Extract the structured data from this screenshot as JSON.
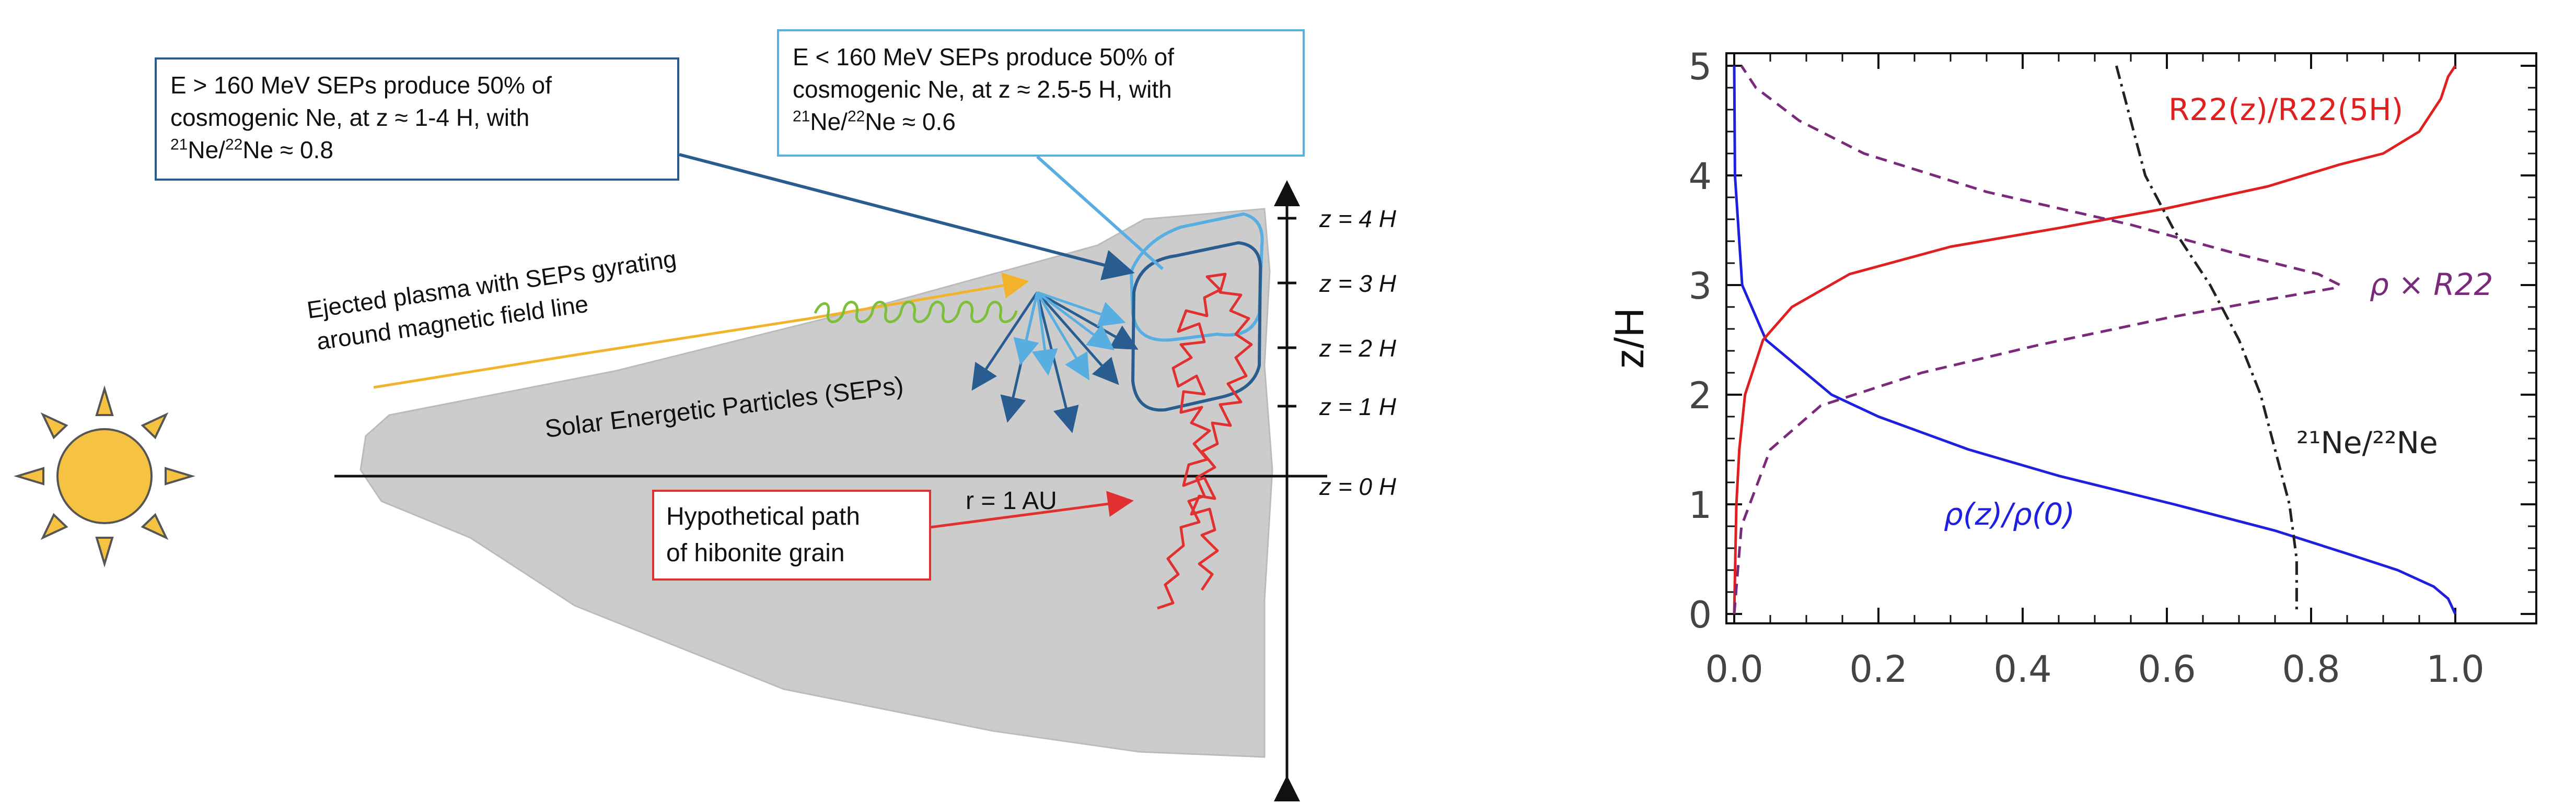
{
  "diagram": {
    "callout_high": {
      "line1": "E > 160 MeV SEPs produce 50% of",
      "line2": "cosmogenic Ne, at z ≈ 1-4 H, with",
      "iso_a": "21",
      "ne_a": "Ne/",
      "iso_b": "22",
      "ne_b": "Ne ≈ 0.8"
    },
    "callout_low": {
      "line1": "E < 160 MeV SEPs produce 50% of",
      "line2": "cosmogenic Ne, at z ≈ 2.5-5 H, with",
      "iso_a": "21",
      "ne_a": "Ne/",
      "iso_b": "22",
      "ne_b": "Ne ≈ 0.6"
    },
    "plasma_label": [
      "Ejected plasma with SEPs gyrating",
      "around magnetic field line"
    ],
    "sep_label": "Solar Energetic Particles (SEPs)",
    "grain_label": [
      "Hypothetical path",
      "of hibonite grain"
    ],
    "radius_label": "r = 1 AU",
    "height_labels": [
      "z = 4 H",
      "z = 3 H",
      "z = 2 H",
      "z = 1 H",
      "z = 0 H"
    ],
    "colors": {
      "sun": "#f5c242",
      "disk": "#cccccc",
      "grain": "#e03030",
      "high_energy": "#2a5d8f",
      "low_energy": "#58aee0",
      "plasma": "#f2b32a",
      "gyration": "#7cbf3a"
    }
  },
  "chart_data": {
    "type": "line",
    "xlim": [
      0.0,
      1.0
    ],
    "ylim": [
      0,
      5
    ],
    "ylabel": "z/H",
    "xticks": [
      "0.0",
      "0.2",
      "0.4",
      "0.6",
      "0.8",
      "1.0"
    ],
    "yticks": [
      "0",
      "1",
      "2",
      "3",
      "4",
      "5"
    ],
    "series": [
      {
        "name": "ρ(z)/ρ(0)",
        "color": "#1f1fe0",
        "style": "solid",
        "points": [
          [
            0.0,
            5.0
          ],
          [
            0.001,
            4.0
          ],
          [
            0.011,
            3.0
          ],
          [
            0.044,
            2.5
          ],
          [
            0.135,
            2.0
          ],
          [
            0.2,
            1.8
          ],
          [
            0.325,
            1.5
          ],
          [
            0.45,
            1.26
          ],
          [
            0.61,
            1.0
          ],
          [
            0.75,
            0.76
          ],
          [
            0.85,
            0.55
          ],
          [
            0.92,
            0.4
          ],
          [
            0.97,
            0.25
          ],
          [
            0.99,
            0.14
          ],
          [
            1.0,
            0.0
          ]
        ]
      },
      {
        "name": "R22(z)/R22(5H)",
        "color": "#e02020",
        "style": "solid",
        "points": [
          [
            0.0,
            0.0
          ],
          [
            0.003,
            1.0
          ],
          [
            0.007,
            1.5
          ],
          [
            0.015,
            2.0
          ],
          [
            0.04,
            2.5
          ],
          [
            0.08,
            2.8
          ],
          [
            0.16,
            3.1
          ],
          [
            0.3,
            3.35
          ],
          [
            0.45,
            3.52
          ],
          [
            0.6,
            3.7
          ],
          [
            0.74,
            3.9
          ],
          [
            0.84,
            4.1
          ],
          [
            0.9,
            4.2
          ],
          [
            0.95,
            4.4
          ],
          [
            0.98,
            4.7
          ],
          [
            0.99,
            4.9
          ],
          [
            1.0,
            5.0
          ]
        ]
      },
      {
        "name": "ρ × R22",
        "color": "#7a2a7a",
        "style": "dashed",
        "points": [
          [
            0.0,
            0.0
          ],
          [
            0.01,
            0.8
          ],
          [
            0.05,
            1.5
          ],
          [
            0.12,
            1.9
          ],
          [
            0.26,
            2.2
          ],
          [
            0.42,
            2.45
          ],
          [
            0.6,
            2.7
          ],
          [
            0.75,
            2.88
          ],
          [
            0.83,
            2.97
          ],
          [
            0.84,
            3.0
          ],
          [
            0.81,
            3.1
          ],
          [
            0.7,
            3.28
          ],
          [
            0.55,
            3.55
          ],
          [
            0.35,
            3.85
          ],
          [
            0.18,
            4.2
          ],
          [
            0.09,
            4.5
          ],
          [
            0.03,
            4.8
          ],
          [
            0.01,
            5.0
          ]
        ]
      },
      {
        "name": "²¹Ne/²²Ne",
        "color": "#222222",
        "style": "dashdot",
        "points": [
          [
            0.53,
            5.0
          ],
          [
            0.55,
            4.5
          ],
          [
            0.57,
            4.0
          ],
          [
            0.61,
            3.5
          ],
          [
            0.66,
            3.0
          ],
          [
            0.7,
            2.5
          ],
          [
            0.73,
            2.0
          ],
          [
            0.75,
            1.5
          ],
          [
            0.77,
            1.0
          ],
          [
            0.78,
            0.5
          ],
          [
            0.78,
            0.0
          ]
        ]
      }
    ]
  }
}
